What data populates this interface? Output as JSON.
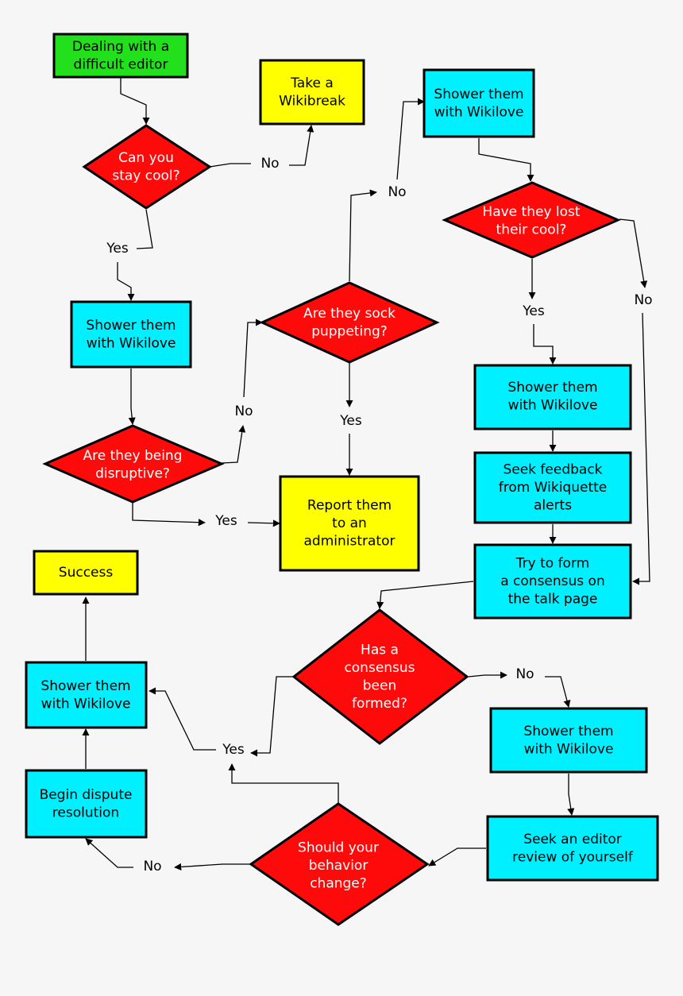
{
  "colors": {
    "background": "#f6f6f6",
    "start": "#22e01c",
    "process": "#00f0ff",
    "terminal": "#ffff00",
    "decision": "#ff0a0a",
    "stroke": "#000000",
    "decision_text": "#ffffff",
    "box_text": "#000000"
  },
  "nodes": {
    "start": [
      "Dealing with a",
      "difficult editor"
    ],
    "wikibreak": [
      "Take a",
      "Wikibreak"
    ],
    "stay_cool": [
      "Can you",
      "stay cool?"
    ],
    "wikilove_1": [
      "Shower them",
      "with Wikilove"
    ],
    "disruptive": [
      "Are they being",
      "disruptive?"
    ],
    "sock": [
      "Are they sock",
      "puppeting?"
    ],
    "report": [
      "Report them",
      "to an",
      "administrator"
    ],
    "wikilove_2": [
      "Shower them",
      "with Wikilove"
    ],
    "lost_cool": [
      "Have they lost",
      "their cool?"
    ],
    "wikilove_3": [
      "Shower them",
      "with Wikilove"
    ],
    "wikiquette": [
      "Seek feedback",
      "from Wikiquette",
      "alerts"
    ],
    "consensus_try": [
      "Try to form",
      "a consensus on",
      "the talk page"
    ],
    "consensus_q": [
      "Has a",
      "consensus",
      "been",
      "formed?"
    ],
    "wikilove_4": [
      "Shower them",
      "with Wikilove"
    ],
    "editor_review": [
      "Seek an editor",
      "review of yourself"
    ],
    "behavior": [
      "Should your",
      "behavior",
      "change?"
    ],
    "dispute": [
      "Begin dispute",
      "resolution"
    ],
    "wikilove_5": [
      "Shower them",
      "with Wikilove"
    ],
    "success": [
      "Success"
    ]
  },
  "labels": {
    "no_stay_cool": "No",
    "yes_stay_cool": "Yes",
    "no_disruptive": "No",
    "yes_disruptive": "Yes",
    "no_sock": "No",
    "yes_sock": "Yes",
    "yes_lost_cool": "Yes",
    "no_lost_cool": "No",
    "no_consensus": "No",
    "yes_consensus": "Yes",
    "no_behavior": "No"
  }
}
